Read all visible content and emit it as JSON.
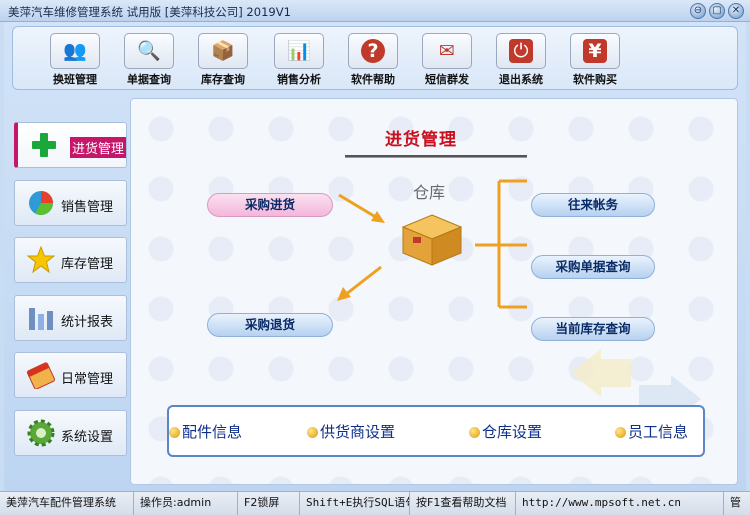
{
  "window": {
    "title": "美萍汽车维修管理系统 试用版 [美萍科技公司] 2019V1",
    "buttons": [
      "⊖",
      "▢",
      "✕"
    ]
  },
  "toolbar": {
    "items": [
      {
        "label": "换班管理",
        "icon": "people-icon",
        "glyph": "👥"
      },
      {
        "label": "单据查询",
        "icon": "magnifier-icon",
        "glyph": "🔍"
      },
      {
        "label": "库存查询",
        "icon": "boxes-icon",
        "glyph": "📦"
      },
      {
        "label": "销售分析",
        "icon": "bar-chart-icon",
        "glyph": "📊"
      },
      {
        "label": "软件帮助",
        "icon": "help-icon",
        "glyph": "?"
      },
      {
        "label": "短信群发",
        "icon": "envelope-icon",
        "glyph": "✉"
      },
      {
        "label": "退出系统",
        "icon": "power-icon",
        "glyph": "⏻"
      },
      {
        "label": "软件购买",
        "icon": "yen-icon",
        "glyph": "¥"
      }
    ]
  },
  "sidebar": {
    "items": [
      {
        "label": "进货管理",
        "icon": "plus-icon"
      },
      {
        "label": "销售管理",
        "icon": "pie-chart-icon"
      },
      {
        "label": "库存管理",
        "icon": "star-icon"
      },
      {
        "label": "统计报表",
        "icon": "bar-chart-icon"
      },
      {
        "label": "日常管理",
        "icon": "calendar-icon"
      },
      {
        "label": "系统设置",
        "icon": "gear-icon"
      }
    ]
  },
  "main": {
    "title": "进货管理",
    "warehouse_label": "仓库",
    "left_actions": [
      "采购进货",
      "采购退货"
    ],
    "right_actions": [
      "往来帐务",
      "采购单据查询",
      "当前库存查询"
    ],
    "shortcuts": [
      "配件信息",
      "供货商设置",
      "仓库设置",
      "员工信息"
    ]
  },
  "status": {
    "cells": [
      "美萍汽车配件管理系统",
      "操作员:admin",
      "F2锁屏",
      "Shift+E执行SQL语句",
      "按F1查看帮助文档",
      "http://www.mpsoft.net.cn",
      "管"
    ]
  },
  "colors": {
    "accent": "#c6166a",
    "title_red": "#c8101e",
    "link_blue": "#0d2f8a"
  }
}
